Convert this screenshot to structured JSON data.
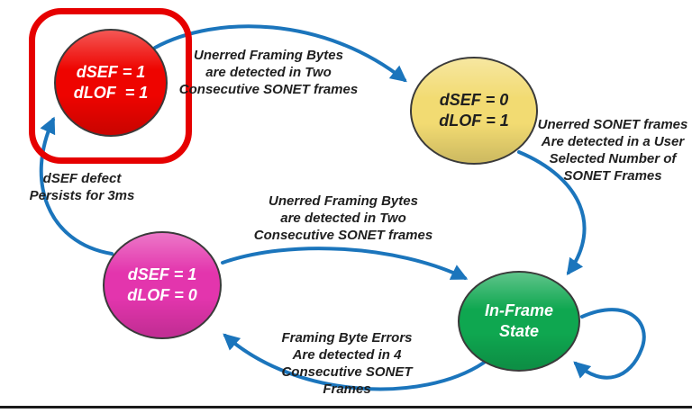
{
  "diagram": {
    "states": {
      "red": {
        "lines": [
          "dSEF = 1",
          "dLOF  = 1"
        ],
        "fill": "#ee0400",
        "text": "#ffffff"
      },
      "yellow": {
        "lines": [
          "dSEF = 0",
          "dLOF = 1"
        ],
        "fill": "#f2db72",
        "text": "#1f1f1f"
      },
      "magenta": {
        "lines": [
          "dSEF = 1",
          "dLOF = 0"
        ],
        "fill": "#e335ad",
        "text": "#ffffff"
      },
      "green": {
        "lines": [
          "In-Frame",
          "State"
        ],
        "fill": "#0fa750",
        "text": "#ffffff"
      }
    },
    "transitions": {
      "red_to_yellow": {
        "lines": [
          "Unerred Framing Bytes",
          "are detected in Two",
          "Consecutive SONET frames"
        ]
      },
      "yellow_to_green": {
        "lines": [
          "Unerred SONET frames",
          "Are detected in a User",
          "Selected Number of",
          "SONET Frames"
        ]
      },
      "magenta_to_green": {
        "lines": [
          "Unerred Framing Bytes",
          "are detected in Two",
          "Consecutive SONET frames"
        ]
      },
      "green_to_magenta": {
        "lines": [
          "Framing Byte Errors",
          "Are detected in 4",
          "Consecutive SONET",
          "Frames"
        ]
      },
      "magenta_to_red": {
        "lines": [
          "dSEF defect",
          "Persists for 3ms"
        ]
      }
    },
    "colors": {
      "arrow": "#1b75bc",
      "highlight_box": "#e60000",
      "state_border": "#3a3a3a",
      "bottom_rule": "#1a1a1a",
      "background": "#ffffff"
    }
  }
}
